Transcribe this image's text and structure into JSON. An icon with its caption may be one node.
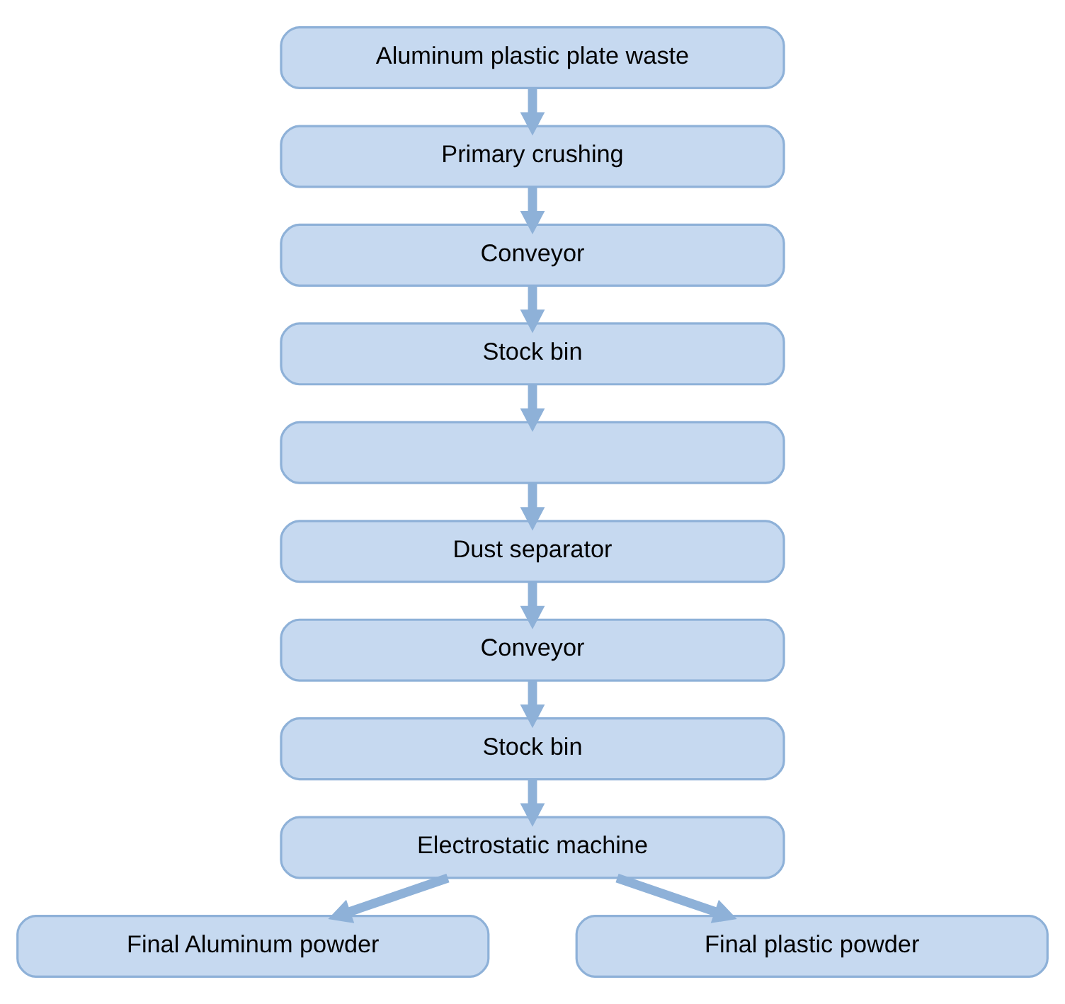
{
  "diagram": {
    "nodes": [
      {
        "text": [
          "Aluminum plastic plate waste"
        ]
      },
      {
        "text": [
          "Primary crushing"
        ]
      },
      {
        "text": [
          "Conveyor"
        ]
      },
      {
        "text": [
          "Stock bin"
        ]
      },
      {
        "text": [],
        "shape": "box"
      },
      {
        "text": [
          "Dust separator"
        ]
      },
      {
        "text": [
          "Conveyor"
        ]
      },
      {
        "text": [
          "Stock bin"
        ]
      },
      {
        "text": [
          "Electrostatic machine"
        ]
      },
      {
        "text": [
          "Final Aluminum powder"
        ]
      },
      {
        "text": [
          "Final plastic powder"
        ]
      }
    ],
    "edges": [
      {
        "from": 0,
        "to": 1,
        "arrow": "to"
      },
      {
        "from": 1,
        "to": 2,
        "arrow": "to"
      },
      {
        "from": 2,
        "to": 3,
        "arrow": "to"
      },
      {
        "from": 3,
        "to": 4,
        "arrow": "to"
      },
      {
        "from": 4,
        "to": 5,
        "arrow": "to"
      },
      {
        "from": 5,
        "to": 6,
        "arrow": "to"
      },
      {
        "from": 6,
        "to": 7,
        "arrow": "to"
      },
      {
        "from": 7,
        "to": 8,
        "arrow": "to"
      },
      {
        "from": 8,
        "to": 9,
        "arrow": "to"
      },
      {
        "from": 8,
        "to": 10,
        "arrow": "to"
      }
    ]
  }
}
